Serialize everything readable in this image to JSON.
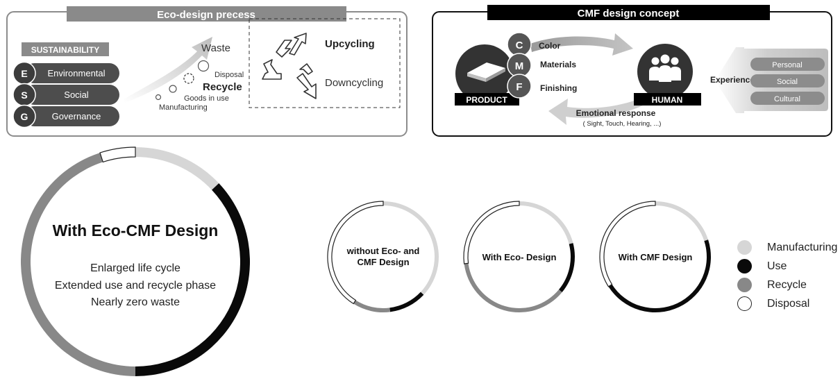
{
  "colors": {
    "manufacturing": "#d6d6d6",
    "use": "#0a0a0a",
    "recycle": "#888888",
    "disposal": "#ffffff",
    "dark_pill": "#4d4d4d",
    "panel_border": "#8c8c8c"
  },
  "eco_design": {
    "title": "Eco-design precess",
    "sustainability_label": "SUSTAINABILITY",
    "esg": [
      {
        "letter": "E",
        "label": "Environmental"
      },
      {
        "letter": "S",
        "label": "Social"
      },
      {
        "letter": "G",
        "label": "Governance"
      }
    ],
    "stages": {
      "waste": "Waste",
      "disposal": "Disposal",
      "recycle": "Recycle",
      "goods_in_use": "Goods in use",
      "manufacturing": "Manufacturing"
    },
    "upcycling": "Upcycling",
    "downcycling": "Downcycling",
    "icons": [
      "upcycle-arrows-icon",
      "recycle-triangle-icon",
      "downcycle-arrows-icon"
    ]
  },
  "cmf": {
    "title": "CMF design concept",
    "product_label": "PRODUCT",
    "human_label": "HUMAN",
    "cmf_items": [
      {
        "letter": "C",
        "label": "Color"
      },
      {
        "letter": "M",
        "label": "Materials"
      },
      {
        "letter": "F",
        "label": "Finishing"
      }
    ],
    "experience_label": "Experience",
    "experience_items": [
      "Personal",
      "Social",
      "Cultural"
    ],
    "emotional_response": "Emotional response",
    "senses": "( Sight, Touch, Hearing, ...)"
  },
  "big_cycle": {
    "title": "With Eco-CMF Design",
    "lines": [
      "Enlarged life cycle",
      "Extended use and recycle phase",
      "Nearly zero waste"
    ],
    "segments": [
      {
        "phase": "manufacturing",
        "share": 0.13
      },
      {
        "phase": "use",
        "share": 0.37
      },
      {
        "phase": "recycle",
        "share": 0.45
      },
      {
        "phase": "disposal",
        "share": 0.05
      }
    ]
  },
  "small_cycles": [
    {
      "label_lines": [
        "without Eco- and",
        "CMF Design"
      ],
      "segments": [
        {
          "phase": "manufacturing",
          "share": 0.37
        },
        {
          "phase": "use",
          "share": 0.11
        },
        {
          "phase": "recycle",
          "share": 0.11
        },
        {
          "phase": "disposal",
          "share": 0.41
        }
      ]
    },
    {
      "label_lines": [
        "With Eco- Design"
      ],
      "segments": [
        {
          "phase": "manufacturing",
          "share": 0.21
        },
        {
          "phase": "use",
          "share": 0.15
        },
        {
          "phase": "recycle",
          "share": 0.37
        },
        {
          "phase": "disposal",
          "share": 0.27
        }
      ]
    },
    {
      "label_lines": [
        "With CMF Design"
      ],
      "segments": [
        {
          "phase": "manufacturing",
          "share": 0.2
        },
        {
          "phase": "use",
          "share": 0.46
        },
        {
          "phase": "recycle",
          "share": 0.0
        },
        {
          "phase": "disposal",
          "share": 0.34
        }
      ]
    }
  ],
  "legend": [
    {
      "phase": "manufacturing",
      "label": "Manufacturing"
    },
    {
      "phase": "use",
      "label": "Use"
    },
    {
      "phase": "recycle",
      "label": "Recycle"
    },
    {
      "phase": "disposal",
      "label": "Disposal"
    }
  ]
}
